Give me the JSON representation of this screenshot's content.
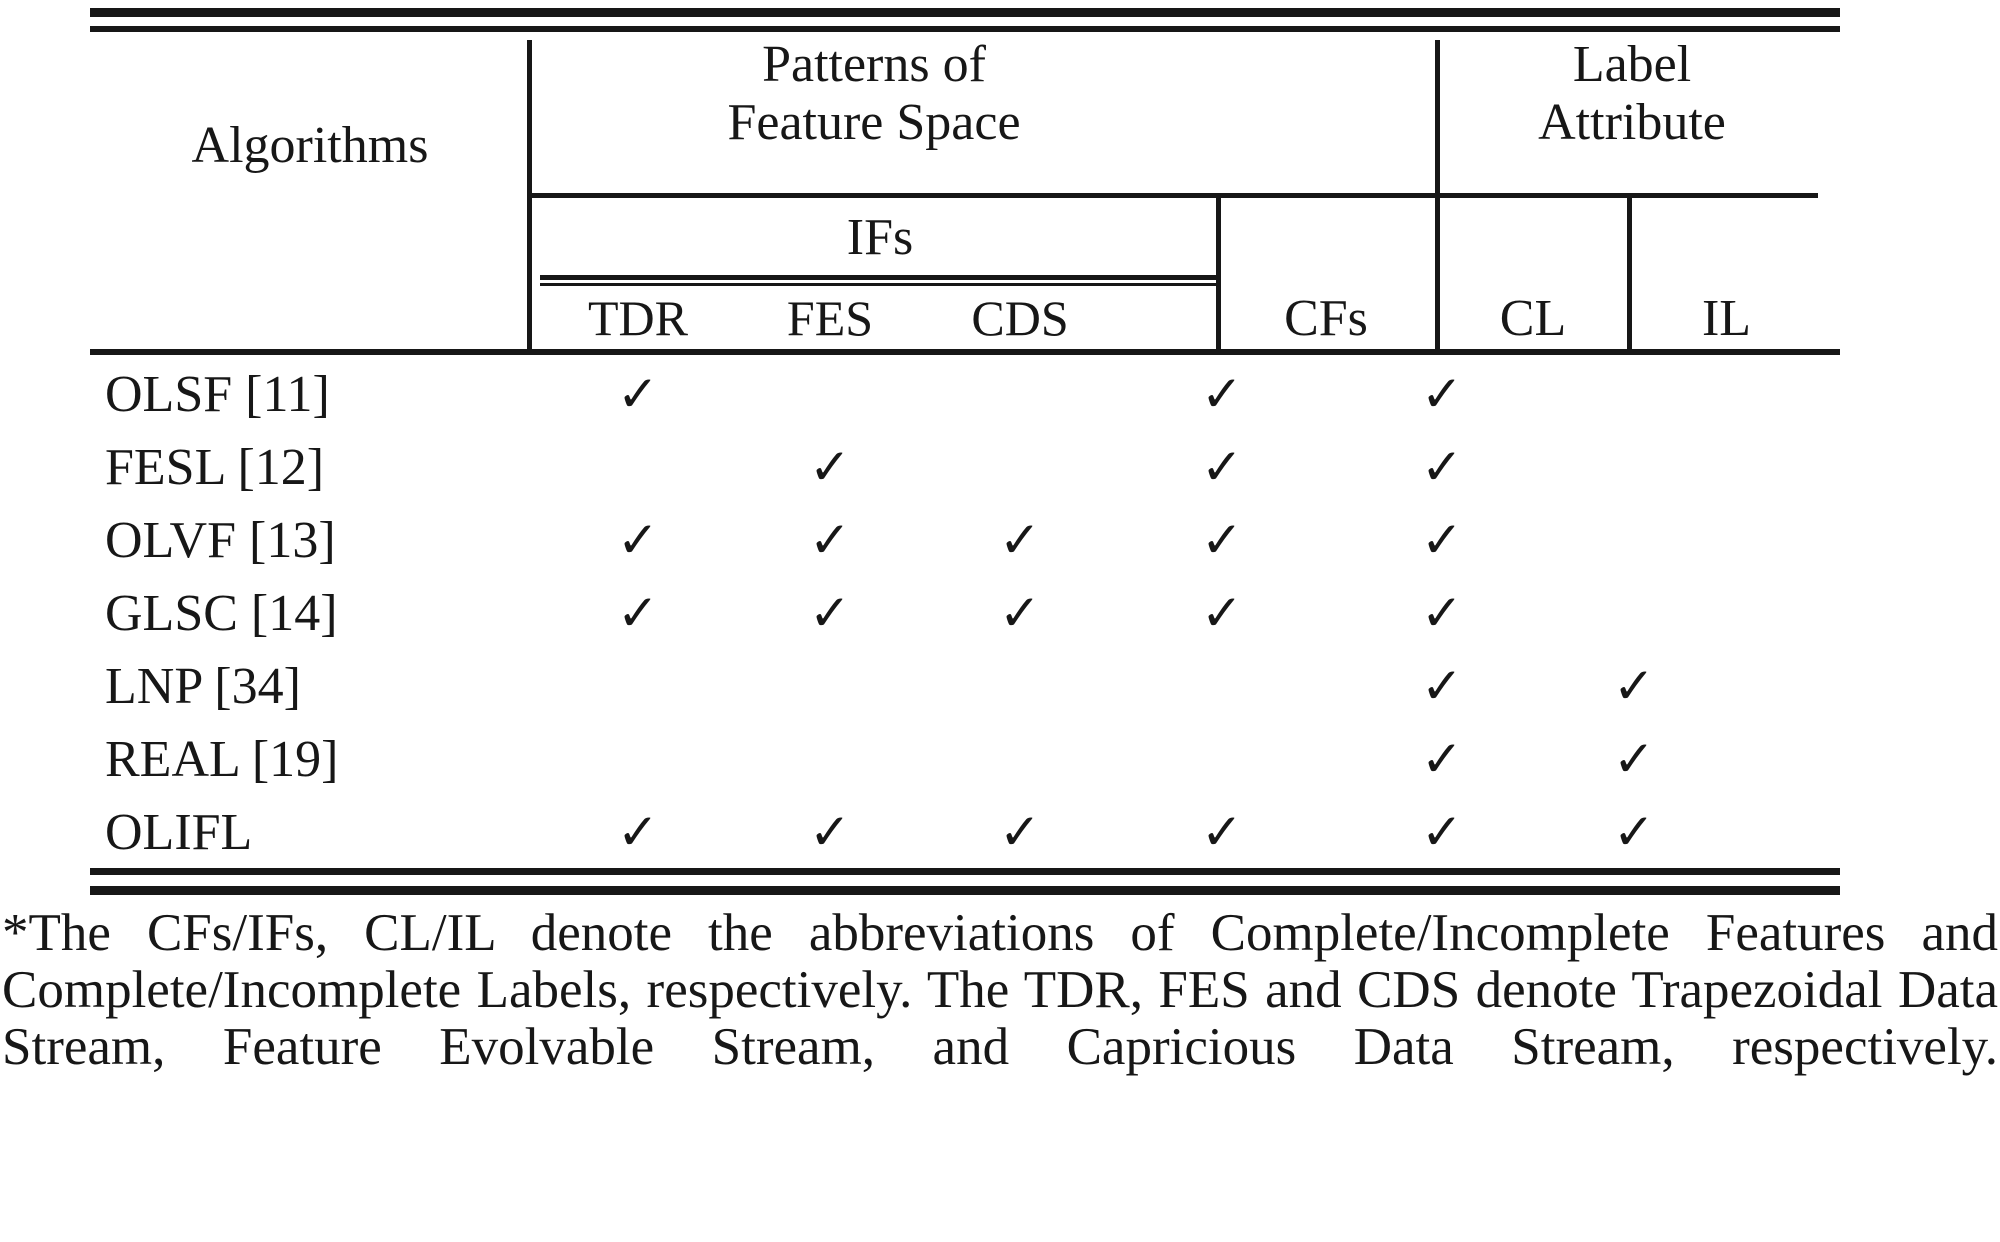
{
  "table": {
    "header": {
      "algorithms": "Algorithms",
      "patterns_of_feature_space": "Patterns of\nFeature Space",
      "label_attribute": "Label\nAttribute",
      "ifs": "IFs",
      "cfs": "CFs",
      "cl": "CL",
      "il": "IL",
      "tdr": "TDR",
      "fes": "FES",
      "cds": "CDS"
    },
    "columns": [
      "Algorithms",
      "TDR",
      "FES",
      "CDS",
      "CFs",
      "CL",
      "IL"
    ],
    "check_glyph": "✓",
    "rows": [
      {
        "algorithm": "OLSF [11]",
        "tdr": "✓",
        "fes": "",
        "cds": "",
        "cfs": "✓",
        "cl": "✓",
        "il": ""
      },
      {
        "algorithm": "FESL [12]",
        "tdr": "",
        "fes": "✓",
        "cds": "",
        "cfs": "✓",
        "cl": "✓",
        "il": ""
      },
      {
        "algorithm": "OLVF [13]",
        "tdr": "✓",
        "fes": "✓",
        "cds": "✓",
        "cfs": "✓",
        "cl": "✓",
        "il": ""
      },
      {
        "algorithm": "GLSC [14]",
        "tdr": "✓",
        "fes": "✓",
        "cds": "✓",
        "cfs": "✓",
        "cl": "✓",
        "il": ""
      },
      {
        "algorithm": "LNP [34]",
        "tdr": "",
        "fes": "",
        "cds": "",
        "cfs": "",
        "cl": "✓",
        "il": "✓"
      },
      {
        "algorithm": "REAL [19]",
        "tdr": "",
        "fes": "",
        "cds": "",
        "cfs": "",
        "cl": "✓",
        "il": "✓"
      },
      {
        "algorithm": "OLIFL",
        "tdr": "✓",
        "fes": "✓",
        "cds": "✓",
        "cfs": "✓",
        "cl": "✓",
        "il": "✓"
      }
    ]
  },
  "footnote": {
    "text": "*The CFs/IFs, CL/IL denote the abbreviations of Complete/Incomplete Features and Complete/Incomplete Labels, respectively. The TDR, FES and CDS denote Trapezoidal Data Stream, Feature Evolvable Stream, and Capricious Data Stream, respectively."
  },
  "colors": {
    "ink": "#171717",
    "paper": "#ffffff"
  }
}
